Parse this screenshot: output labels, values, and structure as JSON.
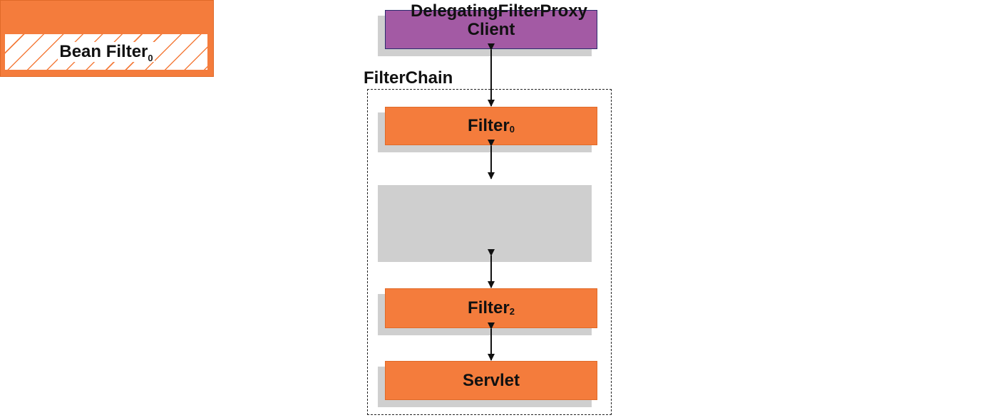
{
  "diagram": {
    "client": {
      "label": "Client"
    },
    "filter_chain": {
      "label": "FilterChain"
    },
    "filter0": {
      "label": "Filter",
      "subscript": "0"
    },
    "delegating_proxy": {
      "label": "DelegatingFilterProxy",
      "bean_filter": {
        "label": "Bean Filter",
        "subscript": "0"
      }
    },
    "filter2": {
      "label": "Filter",
      "subscript": "2"
    },
    "servlet": {
      "label": "Servlet"
    }
  },
  "colors": {
    "client_fill": "#a35aa4",
    "filter_fill": "#f47c3c",
    "shadow": "#cfcfcf",
    "arrow": "#111111"
  }
}
